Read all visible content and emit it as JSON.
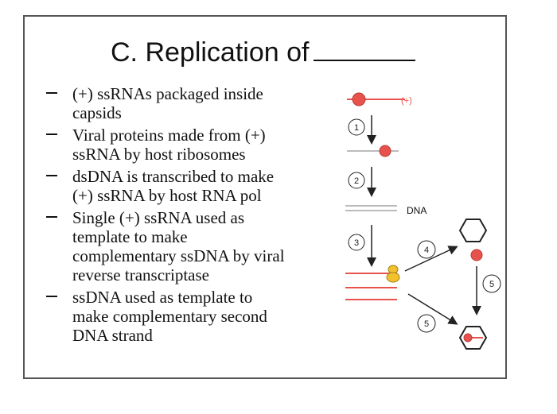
{
  "title": "C. Replication of",
  "items": [
    {
      "lines": [
        "(+) ssRNAs packaged inside",
        "capsids"
      ]
    },
    {
      "lines": [
        "Viral proteins made from (+)",
        "ssRNA by host ribosomes"
      ]
    },
    {
      "lines": [
        "dsDNA is transcribed to make",
        "(+) ssRNA by host RNA pol"
      ]
    },
    {
      "lines": [
        "Single (+) ssRNA used as",
        "template to  make",
        "complementary ssDNA by viral",
        "reverse transcriptase"
      ]
    },
    {
      "lines": [
        "ssDNA used as template to",
        "make complementary second",
        "DNA strand"
      ]
    }
  ],
  "diagram": {
    "plus_label": "(+)",
    "dna_label": "DNA",
    "step_numbers": [
      "1",
      "2",
      "3",
      "4",
      "5",
      "5"
    ],
    "colors": {
      "red": "#e8524d",
      "yellow": "#f2c12e",
      "gray": "#bbbbbb",
      "dark": "#222222"
    }
  }
}
